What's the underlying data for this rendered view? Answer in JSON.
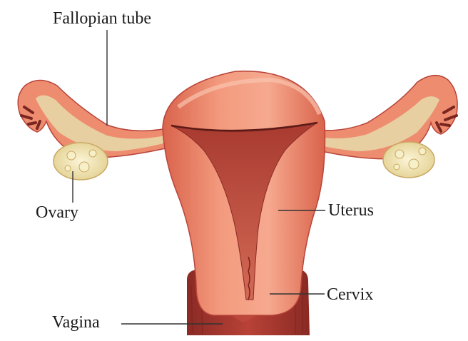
{
  "labels": {
    "fallopian_tube": "Fallopian tube",
    "ovary": "Ovary",
    "uterus": "Uterus",
    "cervix": "Cervix",
    "vagina": "Vagina"
  },
  "colors": {
    "uterus_outer": "#ef8a6c",
    "uterus_highlight": "#f7b39a",
    "uterus_dark": "#b8443a",
    "cavity": "#c9533f",
    "tube_lining": "#e8cfa2",
    "ovary": "#efe3b0",
    "vagina": "#a8342b",
    "leader_line": "#333333"
  }
}
